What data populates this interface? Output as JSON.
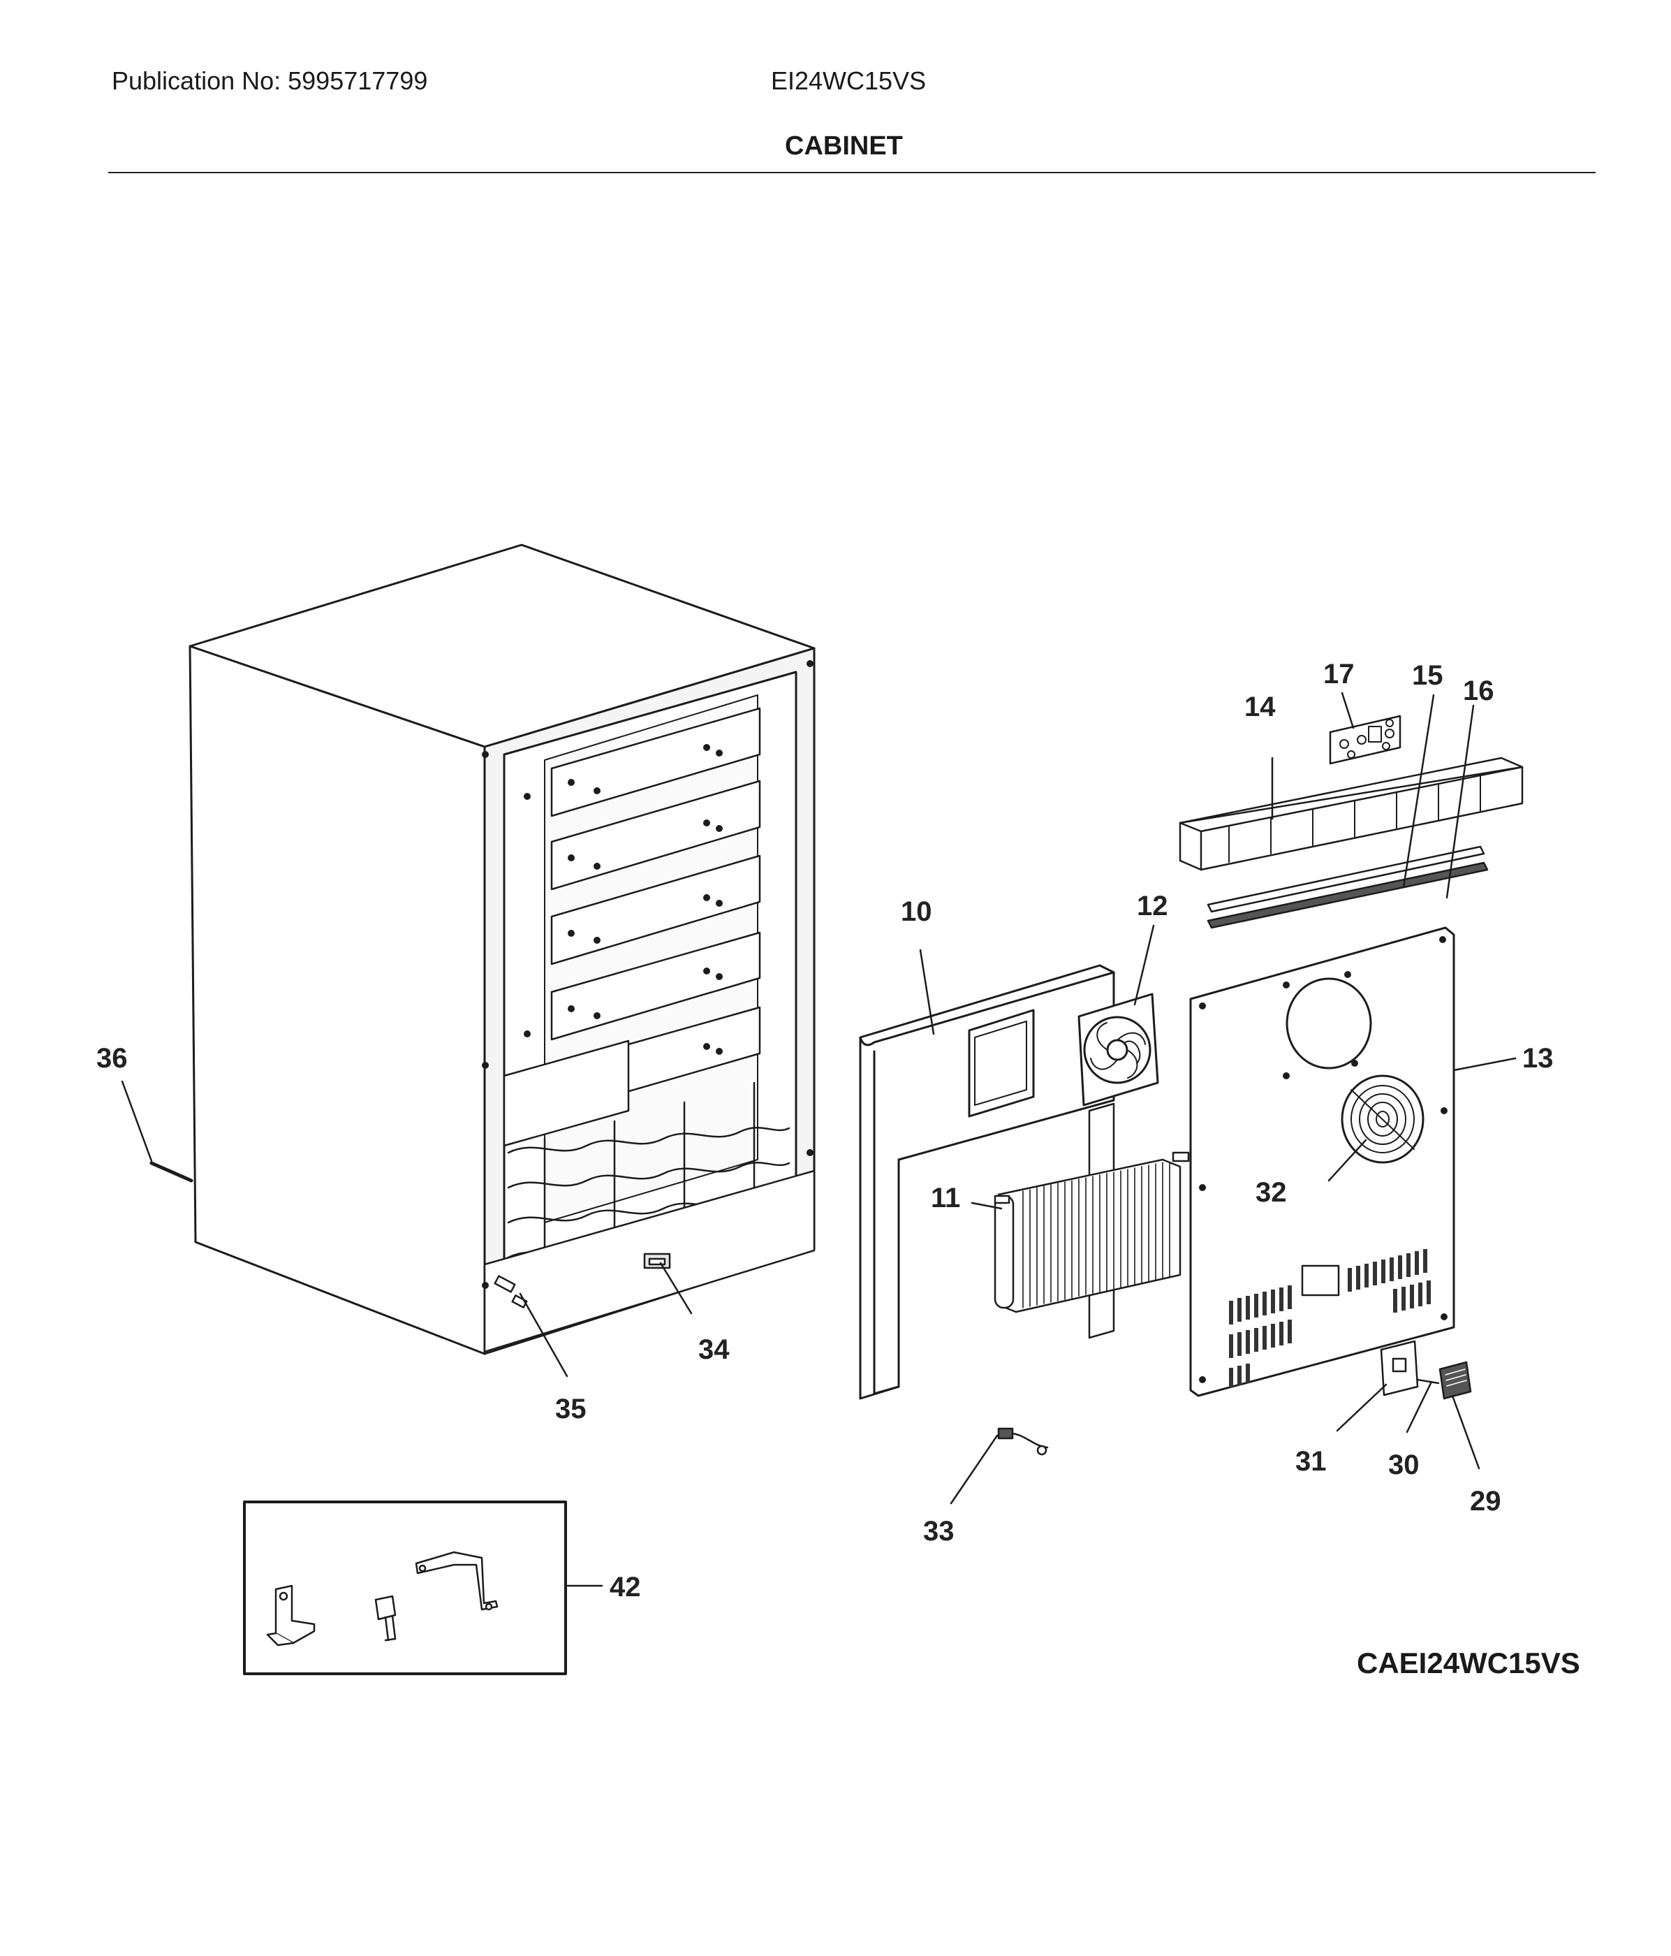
{
  "header": {
    "publication": "Publication No: 5995717799",
    "model": "EI24WC15VS"
  },
  "section": {
    "title": "CABINET"
  },
  "callouts": {
    "c10": "10",
    "c11": "11",
    "c12": "12",
    "c13": "13",
    "c14": "14",
    "c15": "15",
    "c16": "16",
    "c17": "17",
    "c29": "29",
    "c30": "30",
    "c31": "31",
    "c32": "32",
    "c33": "33",
    "c34": "34",
    "c35": "35",
    "c36": "36",
    "c42": "42"
  },
  "diagram_code": "CAEI24WC15VS"
}
